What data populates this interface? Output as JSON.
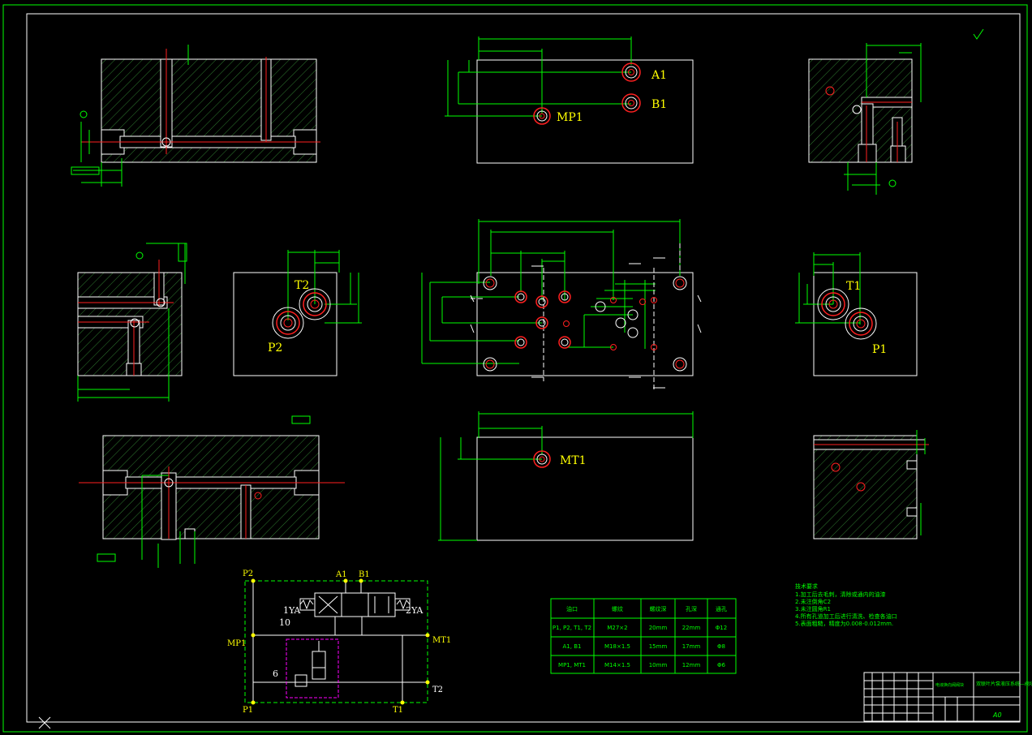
{
  "colors": {
    "background": "#000000",
    "frame": "#00ff00",
    "outline": "#ffffff",
    "hole": "#ff2020",
    "hatch": "#3a8f3a",
    "dim": "#00ff00",
    "label": "#ffff00",
    "magenta": "#ff00ff",
    "table": "#00ff00"
  },
  "ports": {
    "a1": "A1",
    "b1": "B1",
    "mp1": "MP1",
    "t2": "T2",
    "p2": "P2",
    "t1": "T1",
    "p1": "P1",
    "mt1": "MT1"
  },
  "schematic": {
    "p2": "P2",
    "a1": "A1",
    "b1": "B1",
    "yv1": "1YA",
    "yv2": "2YA",
    "valve_no": "10",
    "mp1": "MP1",
    "mt1": "MT1",
    "relief_no": "6",
    "t2": "T2",
    "p1": "P1",
    "t1": "T1"
  },
  "ports_table": {
    "headers": [
      "油口",
      "螺纹",
      "螺纹深",
      "孔深",
      "通孔"
    ],
    "rows": [
      [
        "P1, P2, T1, T2",
        "M27×2",
        "20mm",
        "22mm",
        "Φ12"
      ],
      [
        "A1, B1",
        "M18×1.5",
        "15mm",
        "17mm",
        "Φ8"
      ],
      [
        "MP1, MT1",
        "M14×1.5",
        "10mm",
        "12mm",
        "Φ6"
      ]
    ]
  },
  "notes": {
    "title": "技术要求",
    "lines": [
      "1.加工后去毛刺，清除或通内的油漆",
      "2.未注倒角C2",
      "3.未注圆角R1",
      "4.所有孔道加工后进行清洗、检查各油口",
      "5.表面粗糙，精度为0.008-0.012mm."
    ]
  },
  "title_block": {
    "drawing_title": "双联叶片泵液压系统—阀块",
    "part_name": "电液换向阀阀块",
    "sheet_size": "A0"
  }
}
